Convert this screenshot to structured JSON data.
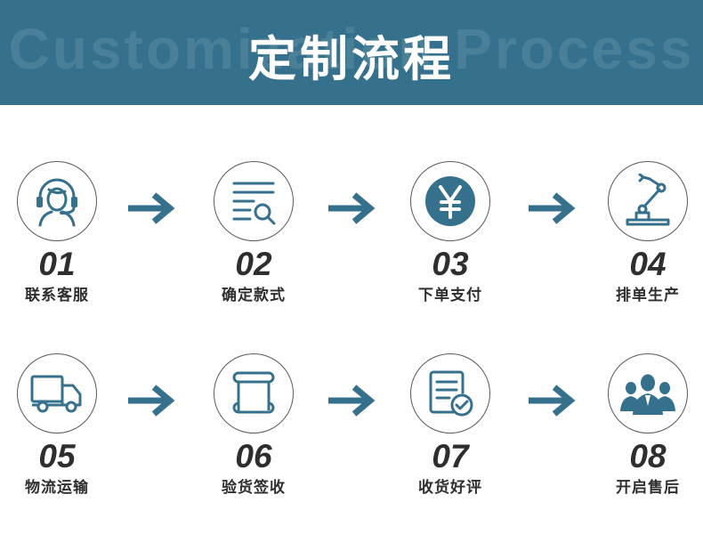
{
  "header": {
    "title": "定制流程",
    "bg_text": "Customization Process",
    "bg_color": "#35718c"
  },
  "accent_color": "#35718c",
  "steps": [
    {
      "num": "01",
      "label": "联系客服",
      "icon": "customer-service-headset-icon"
    },
    {
      "num": "02",
      "label": "确定款式",
      "icon": "document-search-icon"
    },
    {
      "num": "03",
      "label": "下单支付",
      "icon": "yen-coin-icon"
    },
    {
      "num": "04",
      "label": "排单生产",
      "icon": "robot-arm-icon"
    },
    {
      "num": "05",
      "label": "物流运输",
      "icon": "delivery-truck-icon"
    },
    {
      "num": "06",
      "label": "验货签收",
      "icon": "scroll-icon"
    },
    {
      "num": "07",
      "label": "收货好评",
      "icon": "checked-document-icon"
    },
    {
      "num": "08",
      "label": "开启售后",
      "icon": "user-group-icon"
    }
  ]
}
